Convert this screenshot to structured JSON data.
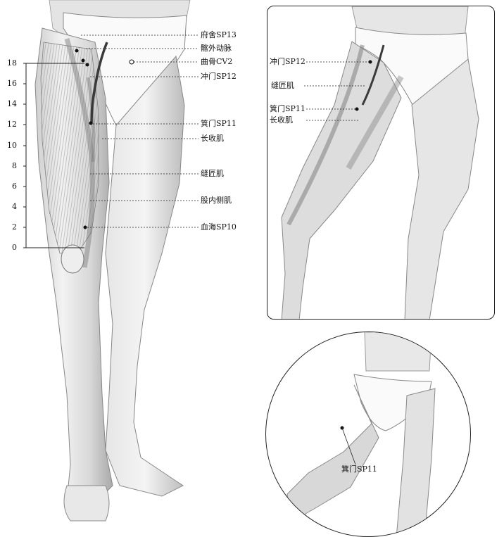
{
  "scale": {
    "ticks": [
      "18",
      "16",
      "14",
      "12",
      "10",
      "8",
      "6",
      "4",
      "2",
      "0"
    ]
  },
  "main_labels": [
    "府舍SP13",
    "髂外动脉",
    "曲骨CV2",
    "冲门SP12",
    "箕门SP11",
    "长收肌",
    "缝匠肌",
    "股内侧肌",
    "血海SP10"
  ],
  "panel_labels": [
    "冲门SP12",
    "缝匠肌",
    "箕门SP11",
    "长收肌"
  ],
  "circle_labels": [
    "箕门SP11"
  ],
  "colors": {
    "skin": "#e9e9e9",
    "shadow": "#b9b9b9",
    "muscle": "#8a8a8a",
    "artery": "#3a3a3a",
    "line": "#222222"
  }
}
